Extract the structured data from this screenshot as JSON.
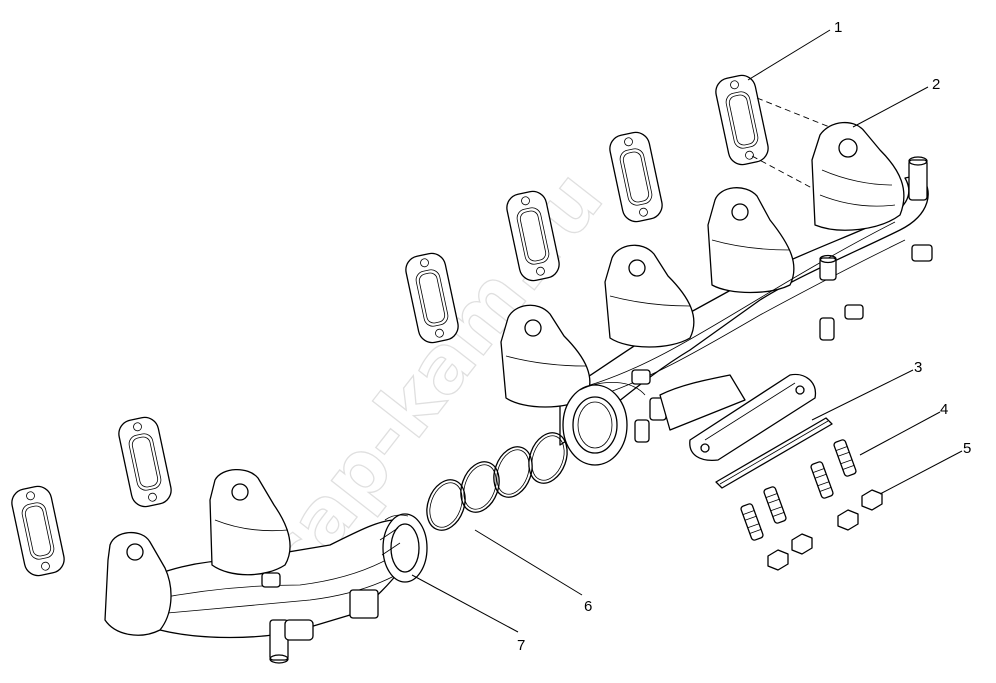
{
  "watermark": {
    "text": "cap-kam.ru"
  },
  "callouts": [
    {
      "id": "1",
      "label": "1"
    },
    {
      "id": "2",
      "label": "2"
    },
    {
      "id": "3",
      "label": "3"
    },
    {
      "id": "4",
      "label": "4"
    },
    {
      "id": "5",
      "label": "5"
    },
    {
      "id": "6",
      "label": "6"
    },
    {
      "id": "7",
      "label": "7"
    }
  ],
  "colors": {
    "line": "#000000",
    "background": "#ffffff",
    "watermark": "#cfcfcf"
  }
}
